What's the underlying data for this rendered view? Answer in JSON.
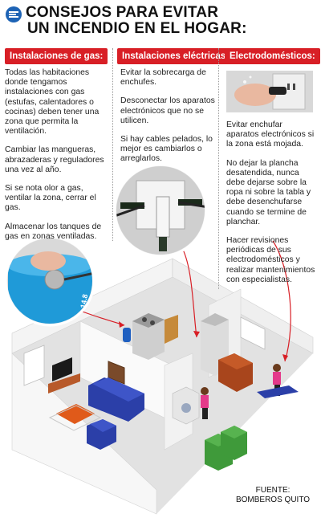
{
  "header": {
    "title_line1": "CONSEJOS PARA EVITAR",
    "title_line2": "UN INCENDIO EN EL HOGAR:"
  },
  "sections": [
    {
      "label": "Instalaciones de gas:",
      "tips": [
        "Todas las habitaciones donde tengamos instalaciones con gas (estufas, calentadores o cocinas) deben tener una zona que permita la ventilación.",
        "Cambiar las mangueras, abrazaderas y reguladores una vez al año.",
        "Si se nota olor a gas, ventilar la zona, cerrar el gas.",
        "Almacenar los tanques de gas en zonas ventiladas."
      ]
    },
    {
      "label": "Instalaciones eléctricas:",
      "tips": [
        "Evitar la sobrecarga de enchufes.",
        "Desconectar los aparatos electrónicos que no se utilicen.",
        "Si hay cables pelados, lo mejor es cambiarlos o arreglarlos."
      ]
    },
    {
      "label": "Electrodomésticos:",
      "tips": [
        "Evitar enchufar aparatos electrónicos si la zona está mojada.",
        "No dejar la plancha desatendida, nunca debe dejarse sobre la ropa ni sobre la tabla y debe desenchufarse cuando se termine de planchar.",
        "Hacer revisiones periódicas de sus electrodomésticos y realizar mantenimientos con especialistas."
      ]
    }
  ],
  "gas_tank_label": "14.8",
  "source": {
    "line1": "FUENTE:",
    "line2": "BOMBEROS QUITO"
  },
  "colors": {
    "accent": "#d81f26",
    "logo": "#1d63b5",
    "tank": "#1f9ad8",
    "sofa": "#2b3fa8",
    "green_bins": "#3f9a3a"
  }
}
